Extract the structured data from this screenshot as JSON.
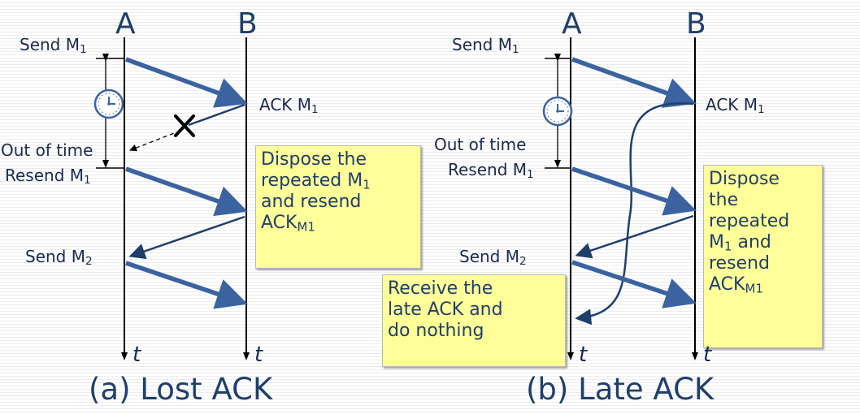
{
  "panel_a": {
    "node_a": "A",
    "node_b": "B",
    "send_m1": "Send M<sub>1</sub>",
    "ack_m1": "ACK M<sub>1</sub>",
    "out_of_time": "Out of time",
    "resend_m1": "Resend M<sub>1</sub>",
    "send_m2": "Send M<sub>2</sub>",
    "note": "Dispose the<br>repeated M<sub>1</sub><br>and resend<br>ACK<sub>M1</sub>",
    "time_a": "t",
    "time_b": "t",
    "caption": "(a) Lost ACK"
  },
  "panel_b": {
    "node_a": "A",
    "node_b": "B",
    "send_m1": "Send M<sub>1</sub>",
    "ack_m1": "ACK M<sub>1</sub>",
    "out_of_time": "Out of time",
    "resend_m1": "Resend M<sub>1</sub>",
    "send_m2": "Send M<sub>2</sub>",
    "note_late": "Receive the<br>late ACK and<br>do nothing",
    "note_dispose": "Dispose<br>the<br>repeated<br>M<sub>1</sub> and<br>resend<br>ACK<sub>M1</sub>",
    "time_a": "t",
    "time_b": "t",
    "caption": "(b) Late ACK"
  },
  "colors": {
    "arrow": "#3a63a0",
    "reply": "#1f3f6b",
    "line": "#000000",
    "note_fill": "#ffff99",
    "text": "#1f3f6b"
  },
  "icons": [
    "clock-icon",
    "lost-x-icon"
  ]
}
